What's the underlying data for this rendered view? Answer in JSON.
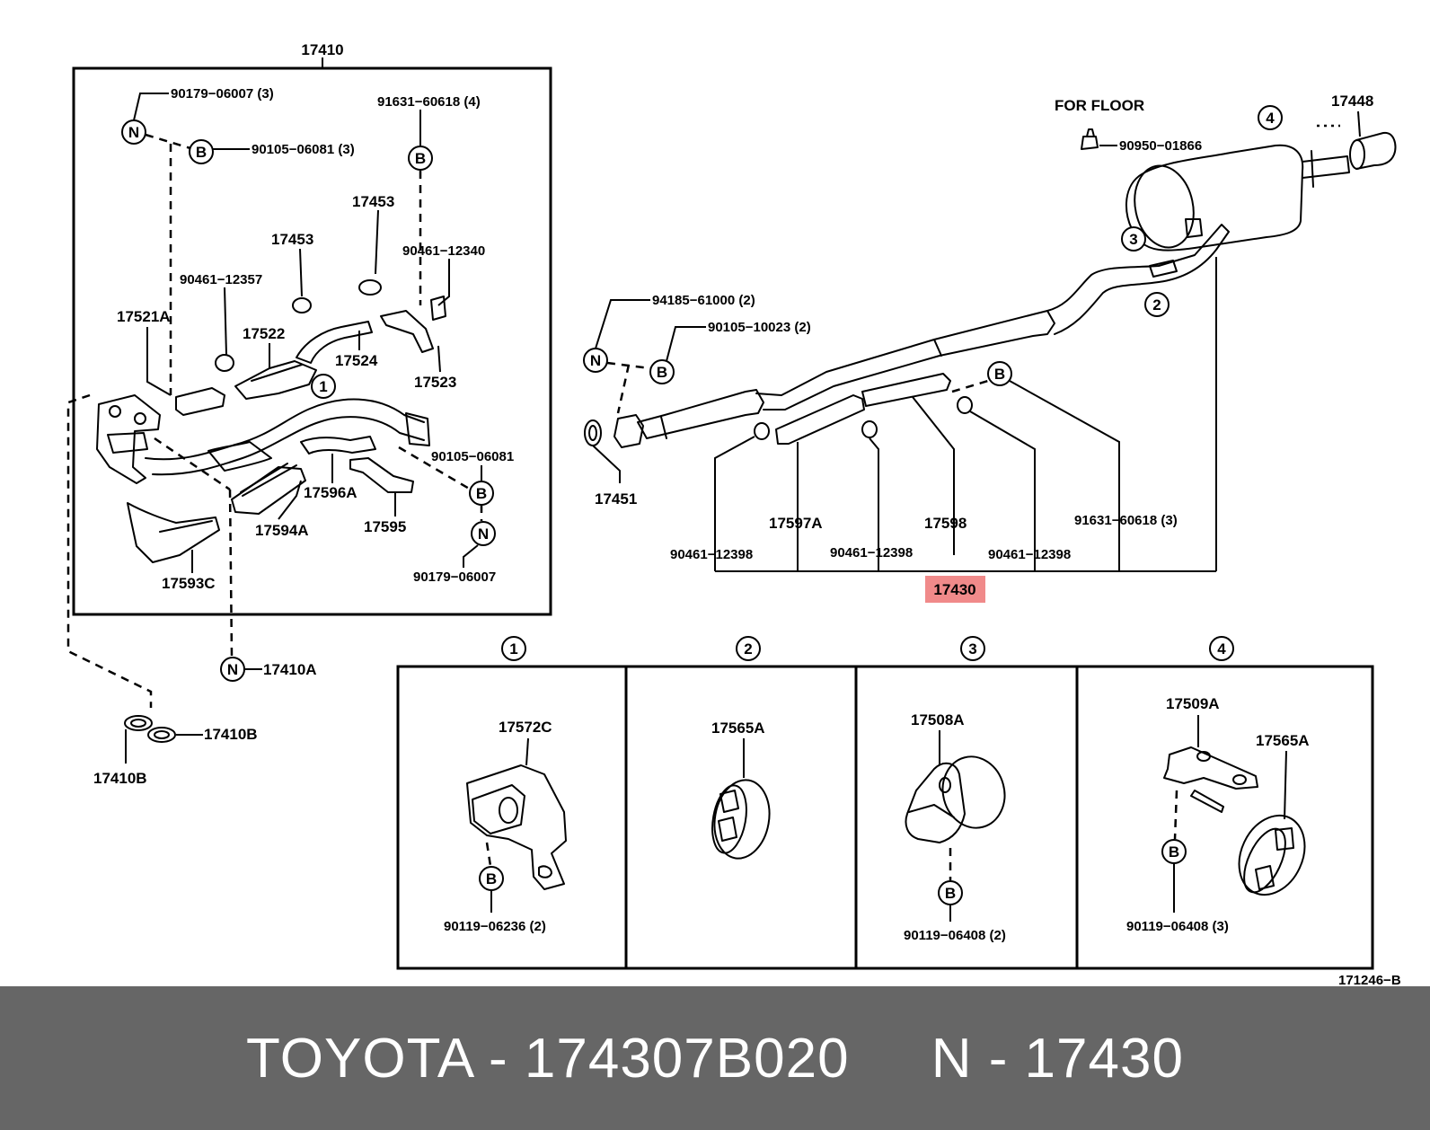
{
  "colors": {
    "highlight": "#f08a8a",
    "footer_bg": "#666666",
    "footer_text": "#ffffff"
  },
  "diagram": {
    "group_label": "17410",
    "refs": {
      "r17410A": "17410A",
      "r17410B_1": "17410B",
      "r17410B_2": "17410B",
      "r90179_06007_3": "90179−06007 (3)",
      "r90105_06081_3": "90105−06081 (3)",
      "r91631_60618_4": "91631−60618 (4)",
      "r17453_a": "17453",
      "r17453_b": "17453",
      "r90461_12340": "90461−12340",
      "r90461_12357": "90461−12357",
      "r17521A": "17521A",
      "r17522": "17522",
      "r17524": "17524",
      "r17523": "17523",
      "r90105_06081": "90105−06081",
      "r17596A": "17596A",
      "r17594A": "17594A",
      "r17595": "17595",
      "r90179_06007": "90179−06007",
      "r17593C": "17593C",
      "r94185_61000_2": "94185−61000 (2)",
      "r90105_10023_2": "90105−10023 (2)",
      "for_floor": "FOR FLOOR",
      "r90950_01866": "90950−01866",
      "r17448": "17448",
      "r17451": "17451",
      "r17597A": "17597A",
      "r17598": "17598",
      "r91631_60618_3": "91631−60618 (3)",
      "r90461_12398_a": "90461−12398",
      "r90461_12398_b": "90461−12398",
      "r90461_12398_c": "90461−12398",
      "target": "17430",
      "r17572C": "17572C",
      "r90119_06236_2": "90119−06236 (2)",
      "r17565A_1": "17565A",
      "r17508A": "17508A",
      "r90119_06408_2": "90119−06408 (2)",
      "r17509A": "17509A",
      "r17565A_2": "17565A",
      "r90119_06408_3": "90119−06408 (3)",
      "illus_code": "171246−B"
    },
    "symbols": {
      "n": "N",
      "b": "B",
      "c1": "1",
      "c2": "2",
      "c3": "3",
      "c4": "4"
    }
  },
  "footer": {
    "text": "TOYOTA - 174307B020     N - 17430"
  }
}
